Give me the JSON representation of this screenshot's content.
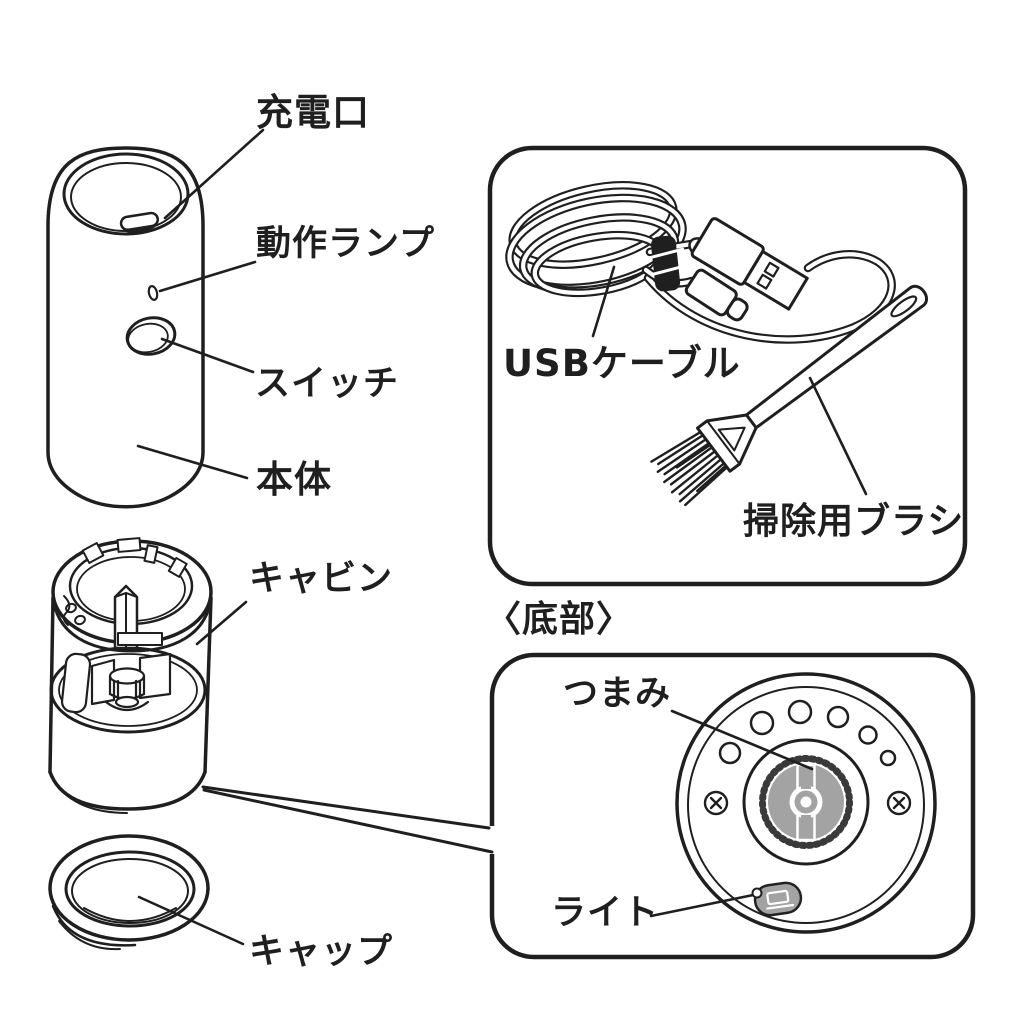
{
  "diagram": {
    "device_labels": {
      "charging_port": "充電口",
      "operation_lamp": "動作ランプ",
      "switch": "スイッチ",
      "main_body": "本体",
      "cabin": "キャビン",
      "cap": "キャップ"
    },
    "accessories": {
      "usb_cable": "USBケーブル",
      "cleaning_brush": "掃除用ブラシ"
    },
    "bottom_view": {
      "section_title": "〈底部〉",
      "knob": "つまみ",
      "light": "ライト"
    },
    "colors": {
      "line": "#1f1f1f",
      "fill_gray": "#a3a3a3",
      "background": "#ffffff"
    }
  }
}
